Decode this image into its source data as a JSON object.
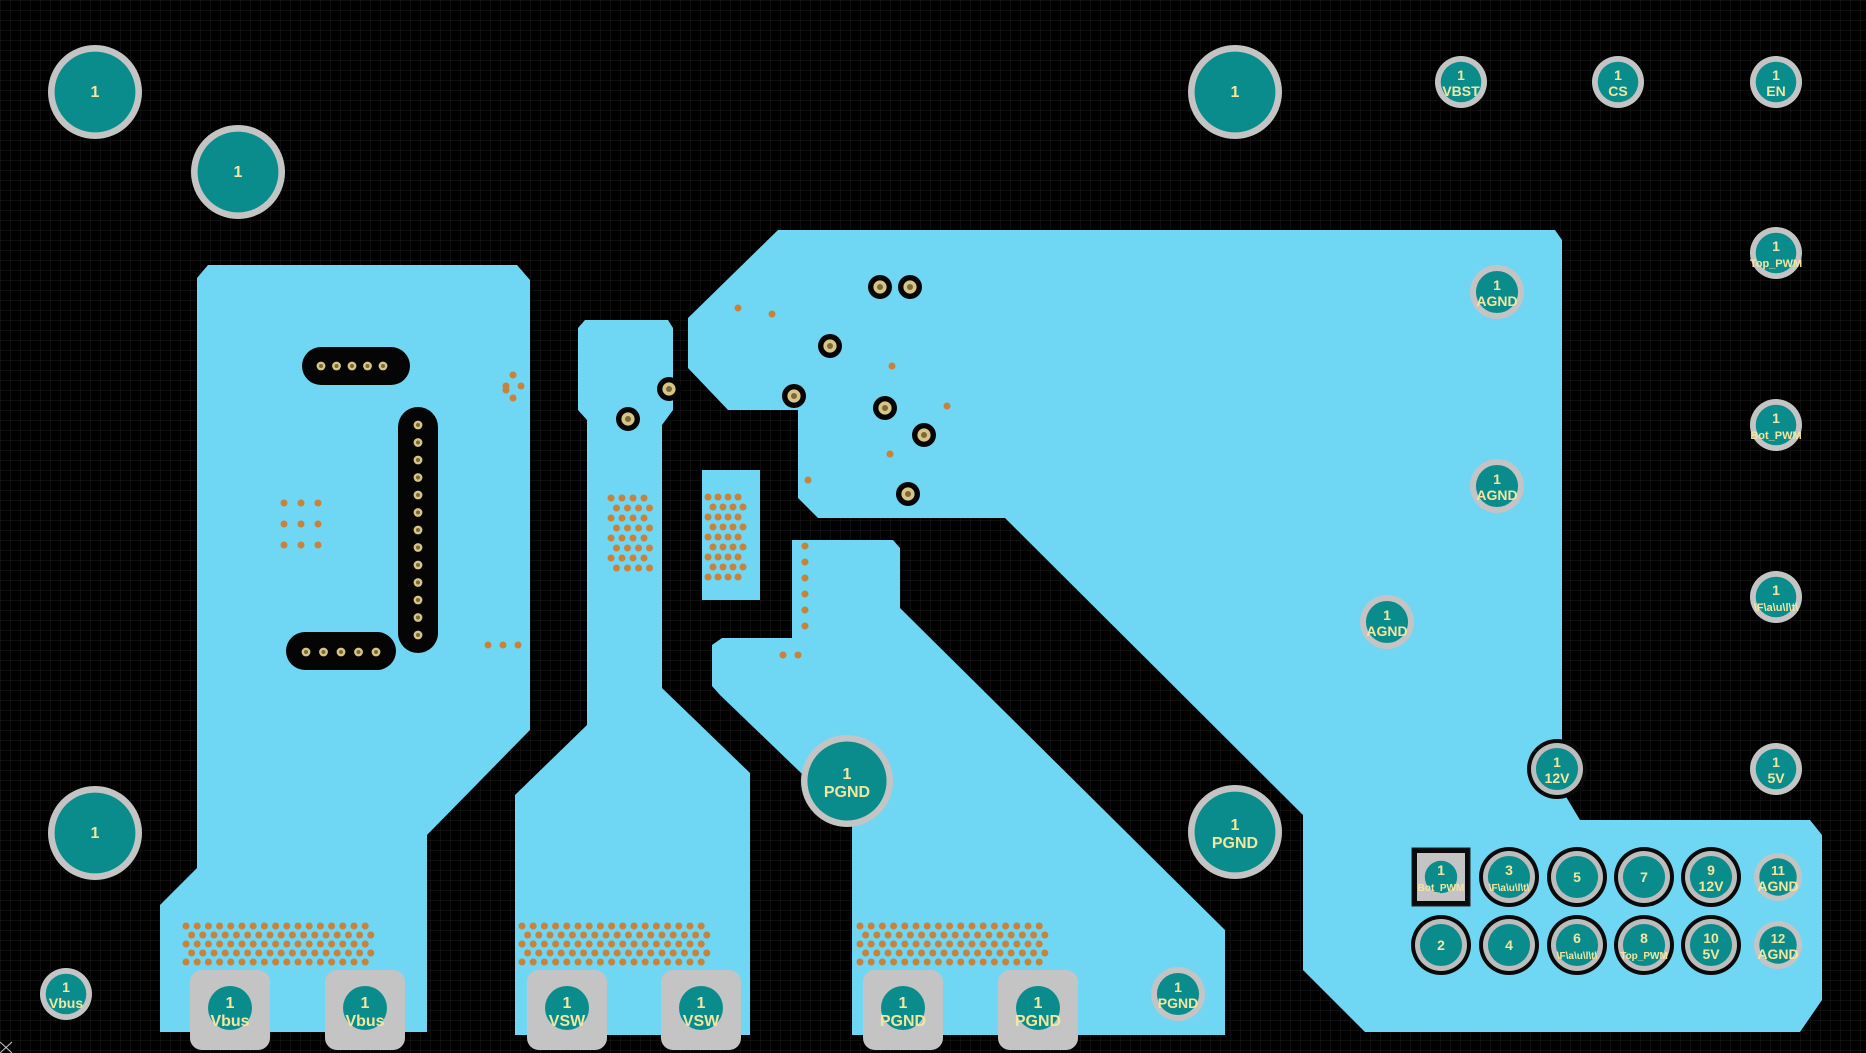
{
  "view": "pcb-layout",
  "colors": {
    "background": "#000000",
    "grid": "#1e1e1e",
    "copper": "#6fd6f4",
    "pad_fill": "#0a8c8c",
    "pad_ring": "#c4c4c4",
    "via_ring": "#000000",
    "via_drill": "#c8b070",
    "stitch_via": "#c8823a",
    "label": "#f2e6a0"
  },
  "pads": [
    {
      "id": "mh-1",
      "num": "1",
      "net": "",
      "shape": "round"
    },
    {
      "id": "mh-2",
      "num": "1",
      "net": "",
      "shape": "round"
    },
    {
      "id": "mh-3",
      "num": "1",
      "net": "",
      "shape": "round"
    },
    {
      "id": "mh-4",
      "num": "1",
      "net": "",
      "shape": "round"
    },
    {
      "id": "tp-vbst",
      "num": "1",
      "net": "VBST",
      "shape": "round"
    },
    {
      "id": "tp-cs",
      "num": "1",
      "net": "CS",
      "shape": "round"
    },
    {
      "id": "tp-en",
      "num": "1",
      "net": "EN",
      "shape": "round"
    },
    {
      "id": "tp-top-pwm",
      "num": "1",
      "net": "Top_PWM",
      "shape": "round"
    },
    {
      "id": "tp-bot-pwm",
      "num": "1",
      "net": "Bot_PWM",
      "shape": "round"
    },
    {
      "id": "tp-fault",
      "num": "1",
      "net": "\\F\\a\\u\\l\\t\\",
      "shape": "round"
    },
    {
      "id": "tp-5v",
      "num": "1",
      "net": "5V",
      "shape": "round"
    },
    {
      "id": "tp-12v",
      "num": "1",
      "net": "12V",
      "shape": "round"
    },
    {
      "id": "tp-agnd-1",
      "num": "1",
      "net": "AGND",
      "shape": "round"
    },
    {
      "id": "tp-agnd-2",
      "num": "1",
      "net": "AGND",
      "shape": "round"
    },
    {
      "id": "tp-agnd-3",
      "num": "1",
      "net": "AGND",
      "shape": "round"
    },
    {
      "id": "pad-pgnd-1",
      "num": "1",
      "net": "PGND",
      "shape": "round"
    },
    {
      "id": "pad-pgnd-2",
      "num": "1",
      "net": "PGND",
      "shape": "round"
    },
    {
      "id": "pad-pgnd-3",
      "num": "1",
      "net": "PGND",
      "shape": "round"
    },
    {
      "id": "tp-vbus",
      "num": "1",
      "net": "Vbus",
      "shape": "round"
    },
    {
      "id": "term-vbus-1",
      "num": "1",
      "net": "Vbus",
      "shape": "square"
    },
    {
      "id": "term-vbus-2",
      "num": "1",
      "net": "Vbus",
      "shape": "square"
    },
    {
      "id": "term-vsw-1",
      "num": "1",
      "net": "VSW",
      "shape": "square"
    },
    {
      "id": "term-vsw-2",
      "num": "1",
      "net": "VSW",
      "shape": "square"
    },
    {
      "id": "term-pgnd-1",
      "num": "1",
      "net": "PGND",
      "shape": "square"
    },
    {
      "id": "term-pgnd-2",
      "num": "1",
      "net": "PGND",
      "shape": "square"
    },
    {
      "id": "hdr-1",
      "num": "1",
      "net": "Bot_PWM",
      "shape": "square"
    },
    {
      "id": "hdr-2",
      "num": "2",
      "net": "",
      "shape": "round"
    },
    {
      "id": "hdr-3",
      "num": "3",
      "net": "\\F\\a\\u\\l\\t\\",
      "shape": "round"
    },
    {
      "id": "hdr-4",
      "num": "4",
      "net": "",
      "shape": "round"
    },
    {
      "id": "hdr-5",
      "num": "5",
      "net": "",
      "shape": "round"
    },
    {
      "id": "hdr-6",
      "num": "6",
      "net": "\\F\\a\\u\\l\\t\\",
      "shape": "round"
    },
    {
      "id": "hdr-7",
      "num": "7",
      "net": "",
      "shape": "round"
    },
    {
      "id": "hdr-8",
      "num": "8",
      "net": "Top_PWM",
      "shape": "round"
    },
    {
      "id": "hdr-9",
      "num": "9",
      "net": "12V",
      "shape": "round"
    },
    {
      "id": "hdr-10",
      "num": "10",
      "net": "5V",
      "shape": "round"
    },
    {
      "id": "hdr-11",
      "num": "11",
      "net": "AGND",
      "shape": "round"
    },
    {
      "id": "hdr-12",
      "num": "12",
      "net": "AGND",
      "shape": "round"
    }
  ]
}
